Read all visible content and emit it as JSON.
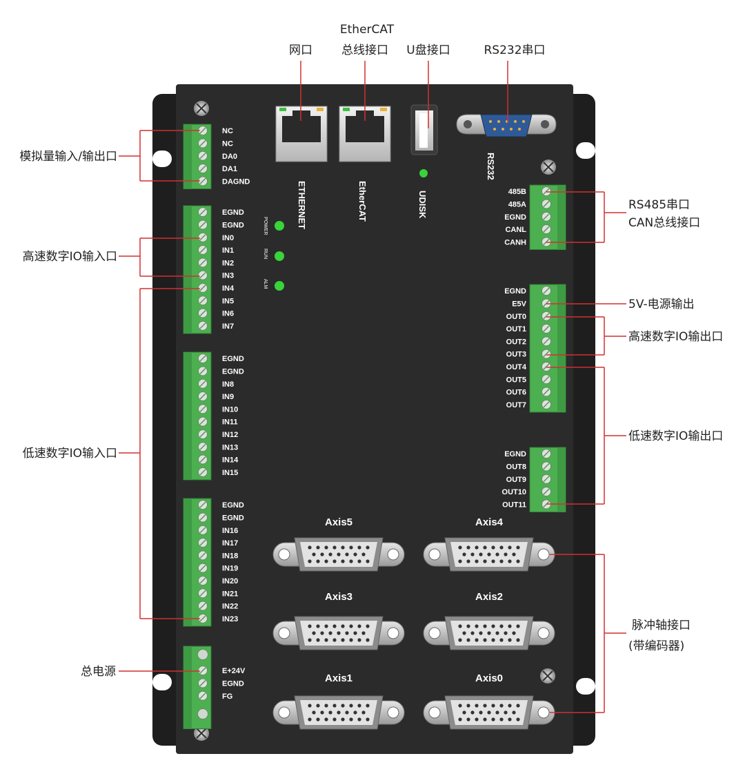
{
  "colors": {
    "panel": "#2b2b2b",
    "flange": "#1e1e1e",
    "terminal": "#4caf50",
    "leader": "#d32f2f",
    "led": "#39d33a"
  },
  "top_labels": {
    "net": "网口",
    "ethercat_line1": "EtherCAT",
    "ethercat_line2": "总线接口",
    "udisk": "U盘接口",
    "rs232": "RS232串口"
  },
  "left_labels": {
    "analog": "模拟量输入/输出口",
    "hs_in": "高速数字IO输入口",
    "ls_in": "低速数字IO输入口",
    "power": "总电源"
  },
  "right_labels": {
    "rs485": "RS485串口",
    "can": "CAN总线接口",
    "v5": "5V-电源输出",
    "hs_out": "高速数字IO输出口",
    "ls_out": "低速数字IO输出口",
    "pulse1": "脉冲轴接口",
    "pulse2": "(带编码器)"
  },
  "port_labels": {
    "ethernet": "ETHERNET",
    "ethercat": "EtherCAT",
    "udisk": "UDISK",
    "rs232": "RS232"
  },
  "leds": [
    "POWER",
    "RUN",
    "ALM"
  ],
  "axes": [
    "Axis5",
    "Axis4",
    "Axis3",
    "Axis2",
    "Axis1",
    "Axis0"
  ],
  "blocks": {
    "analog": [
      "NC",
      "NC",
      "DA0",
      "DA1",
      "DAGND"
    ],
    "in_a": [
      "EGND",
      "EGND",
      "IN0",
      "IN1",
      "IN2",
      "IN3",
      "IN4",
      "IN5",
      "IN6",
      "IN7"
    ],
    "in_b": [
      "EGND",
      "EGND",
      "IN8",
      "IN9",
      "IN10",
      "IN11",
      "IN12",
      "IN13",
      "IN14",
      "IN15"
    ],
    "in_c": [
      "EGND",
      "EGND",
      "IN16",
      "IN17",
      "IN18",
      "IN19",
      "IN20",
      "IN21",
      "IN22",
      "IN23"
    ],
    "power": [
      "E+24V",
      "EGND",
      "FG"
    ],
    "rs485": [
      "485B",
      "485A",
      "EGND",
      "CANL",
      "CANH"
    ],
    "out_a": [
      "EGND",
      "E5V",
      "OUT0",
      "OUT1",
      "OUT2",
      "OUT3",
      "OUT4",
      "OUT5",
      "OUT6",
      "OUT7"
    ],
    "out_b": [
      "EGND",
      "OUT8",
      "OUT9",
      "OUT10",
      "OUT11"
    ]
  }
}
